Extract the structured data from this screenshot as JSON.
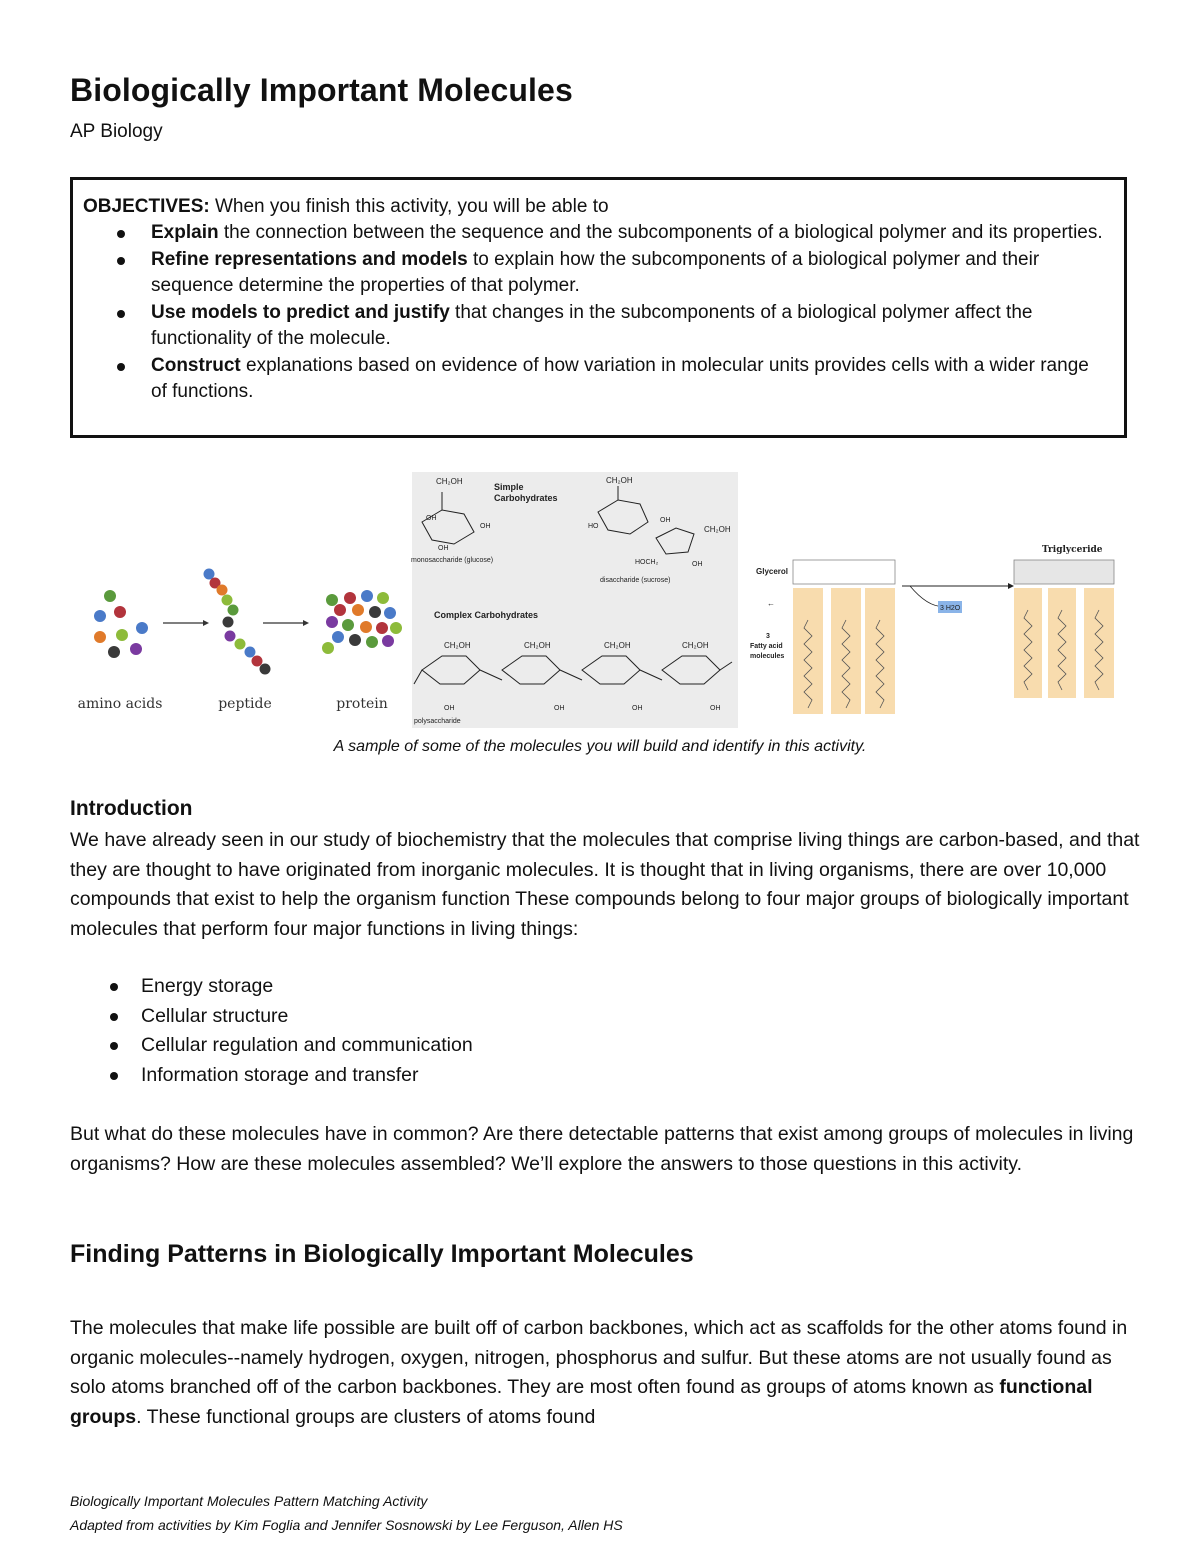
{
  "title": "Biologically Important Molecules",
  "subtitle": "AP Biology",
  "objectives": {
    "heading": "OBJECTIVES:",
    "intro": " When you finish this activity, you will be able to",
    "items": [
      {
        "bold": "Explain",
        "text": " the connection between the sequence and the subcomponents of a biological polymer and its properties."
      },
      {
        "bold": "Refine representations and models",
        "text": " to explain how the subcomponents of a biological polymer and their sequence determine the properties of that polymer."
      },
      {
        "bold": "Use models to predict and justify",
        "text": " that changes in the subcomponents of a biological polymer affect the functionality of the molecule."
      },
      {
        "bold": "Construct",
        "text": " explanations based on evidence of how variation in molecular units provides cells with a wider range of functions."
      }
    ]
  },
  "figure": {
    "protein_labels": [
      "amino acids",
      "peptide",
      "protein"
    ],
    "carb_simple_title": "Simple Carbohydrates",
    "carb_complex_title": "Complex Carbohydrates",
    "carb_mono": "monosaccharide (glucose)",
    "carb_di": "disaccharide (sucrose)",
    "carb_poly": "polysaccharide",
    "lipid_glycerol": "Glycerol",
    "lipid_fatty": "3 Fatty acid molecules",
    "lipid_trig": "Triglyceride",
    "lipid_water": "3 H2O",
    "colors": {
      "carb_bg": "#ececec",
      "lipid_bg": "#f8dcae"
    }
  },
  "caption": "A sample of some of the molecules you will build and identify in this activity.",
  "introduction": {
    "heading": "Introduction",
    "para1": "We have already seen in our study of biochemistry that the molecules that comprise living things are carbon-based, and that they are thought to have originated from inorganic molecules.  It is thought that in living organisms, there are over 10,000 compounds that exist to help the organism function  These compounds belong to four major groups of biologically important molecules that perform four major functions in living things:",
    "functions": [
      "Energy storage",
      "Cellular structure",
      "Cellular regulation and communication",
      "Information storage and transfer"
    ],
    "para2": "But what do these molecules have in common?  Are there detectable patterns that exist among groups of molecules in living organisms?  How are these molecules assembled?  We’ll explore the answers to those questions in this activity."
  },
  "patterns": {
    "heading": "Finding Patterns in Biologically Important Molecules",
    "para_start": "The molecules that make life possible are built off of carbon backbones, which act as scaffolds for the other atoms found in organic molecules--namely hydrogen, oxygen, nitrogen, phosphorus and sulfur.  But these atoms are not usually found as solo atoms branched off of the carbon backbones.  They are most often found as groups of atoms known as ",
    "para_bold": "functional groups",
    "para_end": ".  These functional groups are clusters of atoms found"
  },
  "footer": {
    "line1": "Biologically Important Molecules Pattern Matching Activity",
    "line2": "Adapted from activities by Kim Foglia and Jennifer Sosnowski by Lee Ferguson, Allen HS"
  }
}
